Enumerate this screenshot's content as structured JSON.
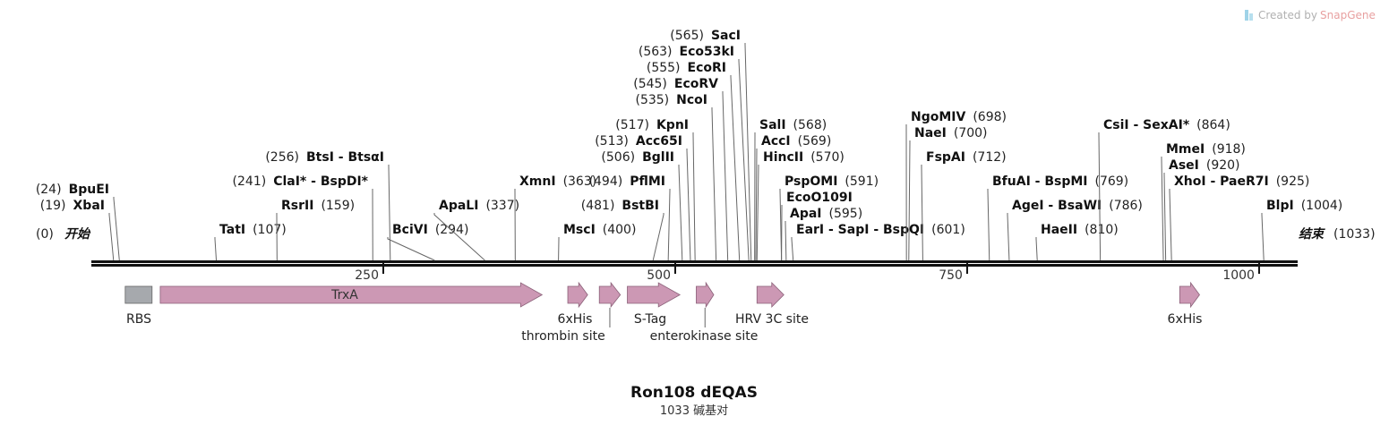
{
  "credit": {
    "prefix": "Created by",
    "brand": "SnapGene"
  },
  "map": {
    "name": "Ron108 dEQAS",
    "length_label": "1033 碱基对",
    "length": 1033,
    "start_label": "开始",
    "end_label": "结束",
    "start_pos": "(0)",
    "end_pos": "(1033)"
  },
  "ticks": [
    {
      "pos": 250,
      "label": "250"
    },
    {
      "pos": 500,
      "label": "500"
    },
    {
      "pos": 750,
      "label": "750"
    },
    {
      "pos": 1000,
      "label": "1000"
    }
  ],
  "sites": [
    {
      "name": "XbaI",
      "label": "(19)",
      "pos": 19
    },
    {
      "name": "BpuEI",
      "label": "(24)",
      "pos": 24
    },
    {
      "name": "TatI",
      "label": "(107)",
      "pos": 107
    },
    {
      "name": "RsrII",
      "label": "(159)",
      "pos": 159
    },
    {
      "name": "ClaI* - BspDI*",
      "label": "(241)",
      "pos": 241
    },
    {
      "name": "BtsI - BtsαI",
      "label": "(256)",
      "pos": 256
    },
    {
      "name": "BciVI",
      "label": "(294)",
      "pos": 294
    },
    {
      "name": "ApaLI",
      "label": "(337)",
      "pos": 337
    },
    {
      "name": "XmnI",
      "label": "(363)",
      "pos": 363
    },
    {
      "name": "MscI",
      "label": "(400)",
      "pos": 400
    },
    {
      "name": "BstBI",
      "label": "(481)",
      "pos": 481
    },
    {
      "name": "PflMI",
      "label": "(494)",
      "pos": 494
    },
    {
      "name": "BglII",
      "label": "(506)",
      "pos": 506
    },
    {
      "name": "Acc65I",
      "label": "(513)",
      "pos": 513
    },
    {
      "name": "KpnI",
      "label": "(517)",
      "pos": 517
    },
    {
      "name": "NcoI",
      "label": "(535)",
      "pos": 535
    },
    {
      "name": "EcoRV",
      "label": "(545)",
      "pos": 545
    },
    {
      "name": "EcoRI",
      "label": "(555)",
      "pos": 555
    },
    {
      "name": "Eco53kI",
      "label": "(563)",
      "pos": 563
    },
    {
      "name": "SacI",
      "label": "(565)",
      "pos": 565
    },
    {
      "name": "SalI",
      "label": "(568)",
      "pos": 568
    },
    {
      "name": "AccI",
      "label": "(569)",
      "pos": 569
    },
    {
      "name": "HincII",
      "label": "(570)",
      "pos": 570
    },
    {
      "name": "PspOMI",
      "label": "(591)",
      "pos": 591
    },
    {
      "name": "EcoO109I",
      "label": "",
      "pos": 591
    },
    {
      "name": "ApaI",
      "label": "(595)",
      "pos": 595
    },
    {
      "name": "EarI - SapI - BspQI",
      "label": "(601)",
      "pos": 601
    },
    {
      "name": "NgoMIV",
      "label": "(698)",
      "pos": 698
    },
    {
      "name": "NaeI",
      "label": "(700)",
      "pos": 700
    },
    {
      "name": "FspAI",
      "label": "(712)",
      "pos": 712
    },
    {
      "name": "BfuAI - BspMI",
      "label": "(769)",
      "pos": 769
    },
    {
      "name": "AgeI - BsaWI",
      "label": "(786)",
      "pos": 786
    },
    {
      "name": "HaeII",
      "label": "(810)",
      "pos": 810
    },
    {
      "name": "CsiI - SexAI*",
      "label": "(864)",
      "pos": 864
    },
    {
      "name": "MmeI",
      "label": "(918)",
      "pos": 918
    },
    {
      "name": "AseI",
      "label": "(920)",
      "pos": 920
    },
    {
      "name": "XhoI - PaeR7I",
      "label": "(925)",
      "pos": 925
    },
    {
      "name": "BlpI",
      "label": "(1004)",
      "pos": 1004
    }
  ],
  "features": [
    {
      "name": "RBS",
      "start": 29,
      "end": 52,
      "kind": "box",
      "color": "#a6a9ad"
    },
    {
      "name": "TrxA",
      "start": 59,
      "end": 386,
      "kind": "arrow",
      "color": "#cc98b4",
      "inside": true
    },
    {
      "name": "6xHis",
      "start": 408,
      "end": 425,
      "kind": "arrow",
      "color": "#cc98b4"
    },
    {
      "name": "thrombin site",
      "start": 435,
      "end": 453,
      "kind": "arrow",
      "color": "#cc98b4"
    },
    {
      "name": "S-Tag",
      "start": 459,
      "end": 504,
      "kind": "arrow",
      "color": "#cc98b4"
    },
    {
      "name": "enterokinase site",
      "start": 518,
      "end": 533,
      "kind": "arrow",
      "color": "#cc98b4"
    },
    {
      "name": "HRV 3C site",
      "start": 570,
      "end": 593,
      "kind": "arrow",
      "color": "#cc98b4"
    },
    {
      "name": "6xHis",
      "start": 932,
      "end": 949,
      "kind": "arrow",
      "color": "#cc98b4"
    }
  ],
  "colors": {
    "backbone": "#111111",
    "feature_pink": "#cc98b4",
    "feature_gray": "#a6a9ad",
    "leader": "#666666"
  }
}
